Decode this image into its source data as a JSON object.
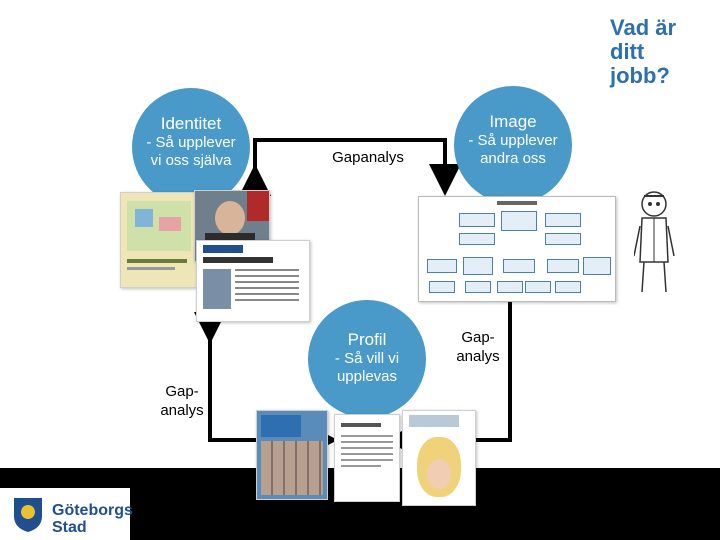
{
  "brand": {
    "line1": "Vad är",
    "line2": "ditt jobb?"
  },
  "circles": {
    "identitet": {
      "title": "Identitet",
      "sub1": "- Så upplever",
      "sub2": "vi oss själva"
    },
    "image": {
      "title": "Image",
      "sub1": "- Så upplever",
      "sub2": "andra oss"
    },
    "profil": {
      "title": "Profil",
      "sub1": "- Så vill vi",
      "sub2": "upplevas"
    }
  },
  "labels": {
    "gapanalys_top": "Gapanalys",
    "gap_left_1": "Gap-",
    "gap_left_2": "analys",
    "gap_right_1": "Gap-",
    "gap_right_2": "analys"
  },
  "footer_logo": {
    "line1": "Göteborgs",
    "line2": "Stad"
  },
  "colors": {
    "circle": "#4a9ac9",
    "footer": "#000000",
    "brand_blue": "#2d6fb0"
  }
}
